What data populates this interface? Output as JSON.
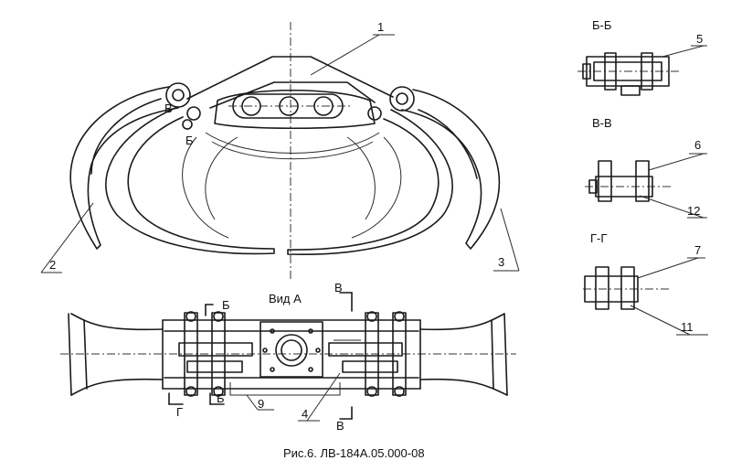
{
  "caption": "Рис.6. ЛВ-184А.05.000-08",
  "view_label": "Вид А",
  "sections": {
    "bb": "Б-Б",
    "vv": "В-В",
    "gg": "Г-Г"
  },
  "cut_marks": {
    "b": "Б",
    "v_top": "В",
    "v_bottom": "В",
    "g": "Г",
    "b_small": "Б",
    "v_small": "В",
    "b_upper": "В",
    "b_lower": "Б"
  },
  "callouts": [
    "1",
    "2",
    "3",
    "4",
    "5",
    "6",
    "7",
    "9",
    "11",
    "12"
  ]
}
